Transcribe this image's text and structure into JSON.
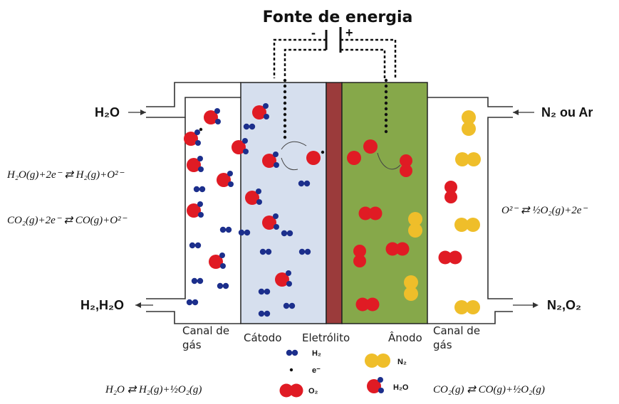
{
  "title": "Fonte de energia",
  "terminals": {
    "minus": "-",
    "plus": "+"
  },
  "inputs": {
    "left": "H₂O",
    "right": "N₂ ou Ar"
  },
  "outputs": {
    "left": "H₂,H₂O",
    "right": "N₂,O₂"
  },
  "labels": {
    "canal_left_1": "Canal de",
    "canal_left_2": "gás",
    "catodo": "Cátodo",
    "eletrolito": "Eletrólito",
    "anodo": "Ânodo",
    "canal_right_1": "Canal de",
    "canal_right_2": "gás"
  },
  "equations": {
    "cathode_1": "H₂O(g)+2e⁻ ⇄ H₂(g)+O²⁻",
    "cathode_2": "CO₂(g)+2e⁻ ⇄ CO(g)+O²⁻",
    "anode": "O²⁻ ⇄ ½O₂(g)+2e⁻",
    "overall_1": "H₂O ⇄ H₂(g)+½O₂(g)",
    "overall_2": "CO₂(g) ⇄ CO(g)+½O₂(g)"
  },
  "legend": {
    "h2": "H₂",
    "electron": "e⁻",
    "o2": "O₂",
    "n2": "N₂",
    "h2o": "H₂O"
  },
  "colors": {
    "cathode": "#d6dfee",
    "electrolyte": "#9b3b3b",
    "anode": "#86a84a",
    "oxygen": "#e01b24",
    "hydrogen": "#1c2f8c",
    "nitrogen": "#efbe2a"
  }
}
